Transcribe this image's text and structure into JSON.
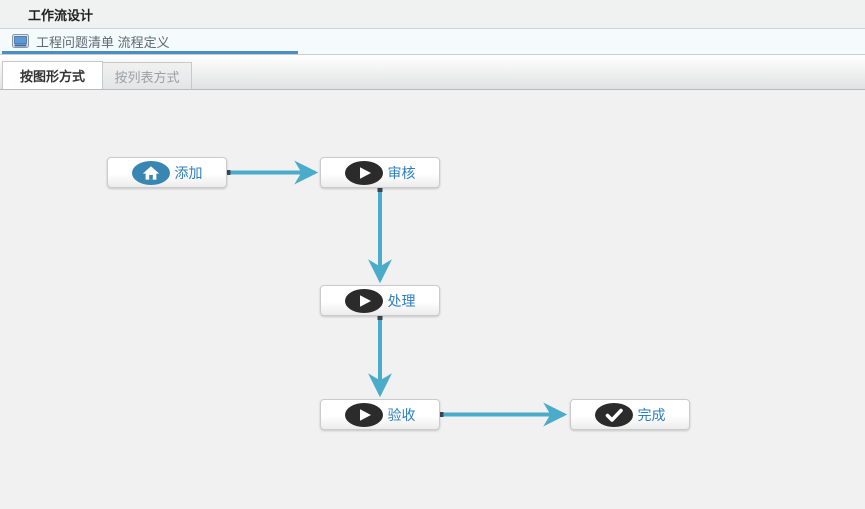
{
  "window": {
    "title": "工作流设计"
  },
  "breadcrumb": {
    "icon": "monitor-icon",
    "label": "工程问题清单 流程定义"
  },
  "tabs": {
    "graphic": "按图形方式",
    "list": "按列表方式",
    "selected": "按图形方式"
  },
  "workflow": {
    "nodes": [
      {
        "label": "添加",
        "icon": "home-icon",
        "badge_color": "#3a86b3"
      },
      {
        "label": "审核",
        "icon": "play-icon",
        "badge_color": "#2b2b2b"
      },
      {
        "label": "处理",
        "icon": "play-icon",
        "badge_color": "#2b2b2b"
      },
      {
        "label": "验收",
        "icon": "play-icon",
        "badge_color": "#2b2b2b"
      },
      {
        "label": "完成",
        "icon": "check-icon",
        "badge_color": "#2b2b2b"
      }
    ],
    "flow": [
      "添加 → 审核",
      "审核 → 处理",
      "处理 → 验收",
      "验收 → 完成"
    ]
  },
  "colors": {
    "arrow": "#4aacc8",
    "arrow_start_dot": "#3d4752",
    "node_label": "#2e7fc1",
    "breadcrumb_underline": "#4a8ec4",
    "accent_blue_badge": "#3a86b3",
    "dark_badge": "#2b2b2b"
  }
}
